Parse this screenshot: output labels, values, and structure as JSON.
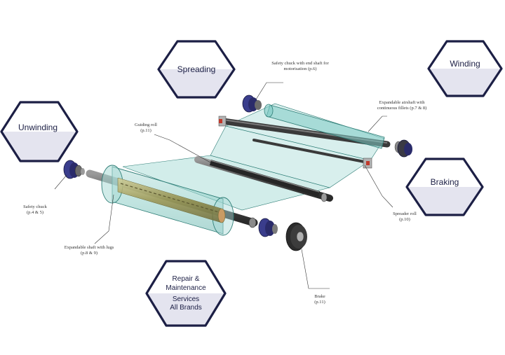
{
  "categories": {
    "spreading": "Spreading",
    "winding": "Winding",
    "unwinding": "Unwinding",
    "braking": "Braking",
    "repair_line1": "Repair &",
    "repair_line2": "Maintenance",
    "services_line1": "Services",
    "services_line2": "All Brands"
  },
  "parts": {
    "safety_chuck_motor_l1": "Safety chuck with end shaft for",
    "safety_chuck_motor_l2": "motorisation (p.6)",
    "airshaft_l1": "Expandable airshaft with",
    "airshaft_l2": "continuous fillets (p.7 & 8)",
    "guiding_roll_l1": "Guiding roll",
    "guiding_roll_l2": "(p.11)",
    "safety_chuck_l1": "Safety chuck",
    "safety_chuck_l2": "(p.4 & 5)",
    "lugs_shaft_l1": "Expandable shaft with lugs",
    "lugs_shaft_l2": "(p.8 & 9)",
    "spreader_roll_l1": "Spreader roll",
    "spreader_roll_l2": "(p.10)",
    "brake_l1": "Brake",
    "brake_l2": "(p.11)"
  },
  "colors": {
    "hex_border": "#1c1f45",
    "hex_fill_bottom": "#e4e4ef",
    "film": "#7fcac4",
    "film_edge": "#2e7d76",
    "shaft": "#4a4a4a",
    "chuck": "#3a3d8c"
  }
}
